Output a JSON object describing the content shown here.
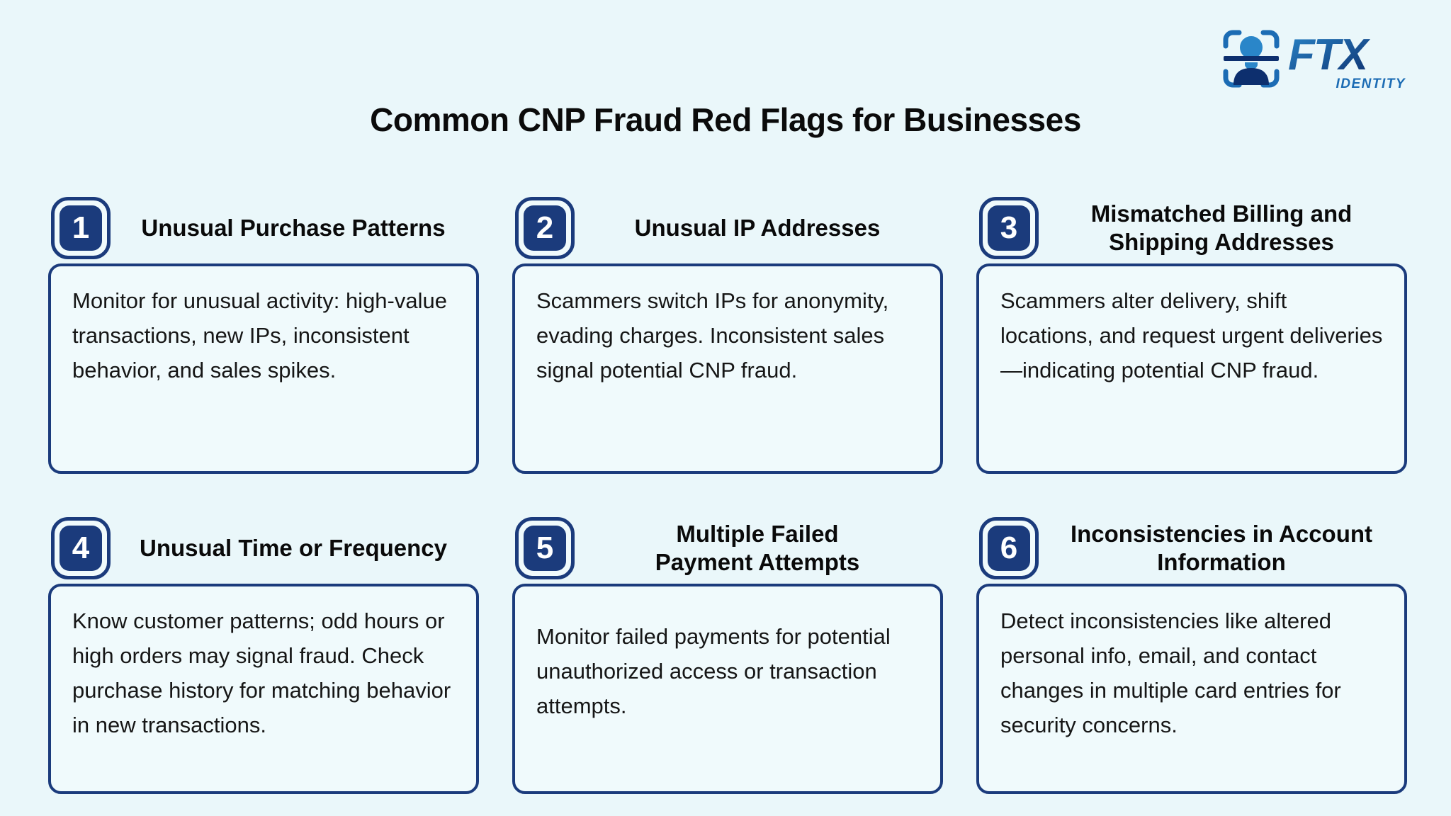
{
  "page": {
    "title": "Common CNP Fraud Red Flags for Businesses"
  },
  "logo": {
    "brand": "FTX",
    "sub": "IDENTITY",
    "icon": "face-scan-icon",
    "colors": {
      "blue": "#1c6cb4",
      "light_blue": "#2a86c9",
      "navy": "#0d2f6e"
    }
  },
  "colors": {
    "background": "#eaf7fa",
    "card_fill": "#f0fafc",
    "navy": "#1b3b7c",
    "text": "#161616"
  },
  "cards": [
    {
      "number": "1",
      "heading": "Unusual Purchase Patterns",
      "heading_line1": "Unusual Purchase Patterns",
      "heading_line2": "",
      "body": "Monitor for unusual activity: high-value transactions, new IPs, inconsistent behavior, and sales spikes."
    },
    {
      "number": "2",
      "heading": "Unusual IP Addresses",
      "heading_line1": "Unusual IP Addresses",
      "heading_line2": "",
      "body": "Scammers switch IPs for anonymity, evading charges. Inconsistent sales signal potential CNP fraud."
    },
    {
      "number": "3",
      "heading": "Mismatched Billing and Shipping Addresses",
      "heading_line1": "Mismatched Billing and",
      "heading_line2": "Shipping Addresses",
      "body": "Scammers alter delivery, shift locations, and request urgent deliveries—indicating potential CNP fraud."
    },
    {
      "number": "4",
      "heading": "Unusual Time or Frequency",
      "heading_line1": "Unusual Time or Frequency",
      "heading_line2": "",
      "body": "Know customer patterns; odd hours or high orders may signal fraud. Check purchase history for matching behavior in new transactions."
    },
    {
      "number": "5",
      "heading": "Multiple Failed Payment Attempts",
      "heading_line1": "Multiple Failed",
      "heading_line2": "Payment Attempts",
      "body": "Monitor failed payments for potential unauthorized access or transaction attempts."
    },
    {
      "number": "6",
      "heading": "Inconsistencies in Account Information",
      "heading_line1": "Inconsistencies in Account",
      "heading_line2": "Information",
      "body": "Detect inconsistencies like altered personal info, email, and contact changes in multiple card entries for security concerns."
    }
  ]
}
